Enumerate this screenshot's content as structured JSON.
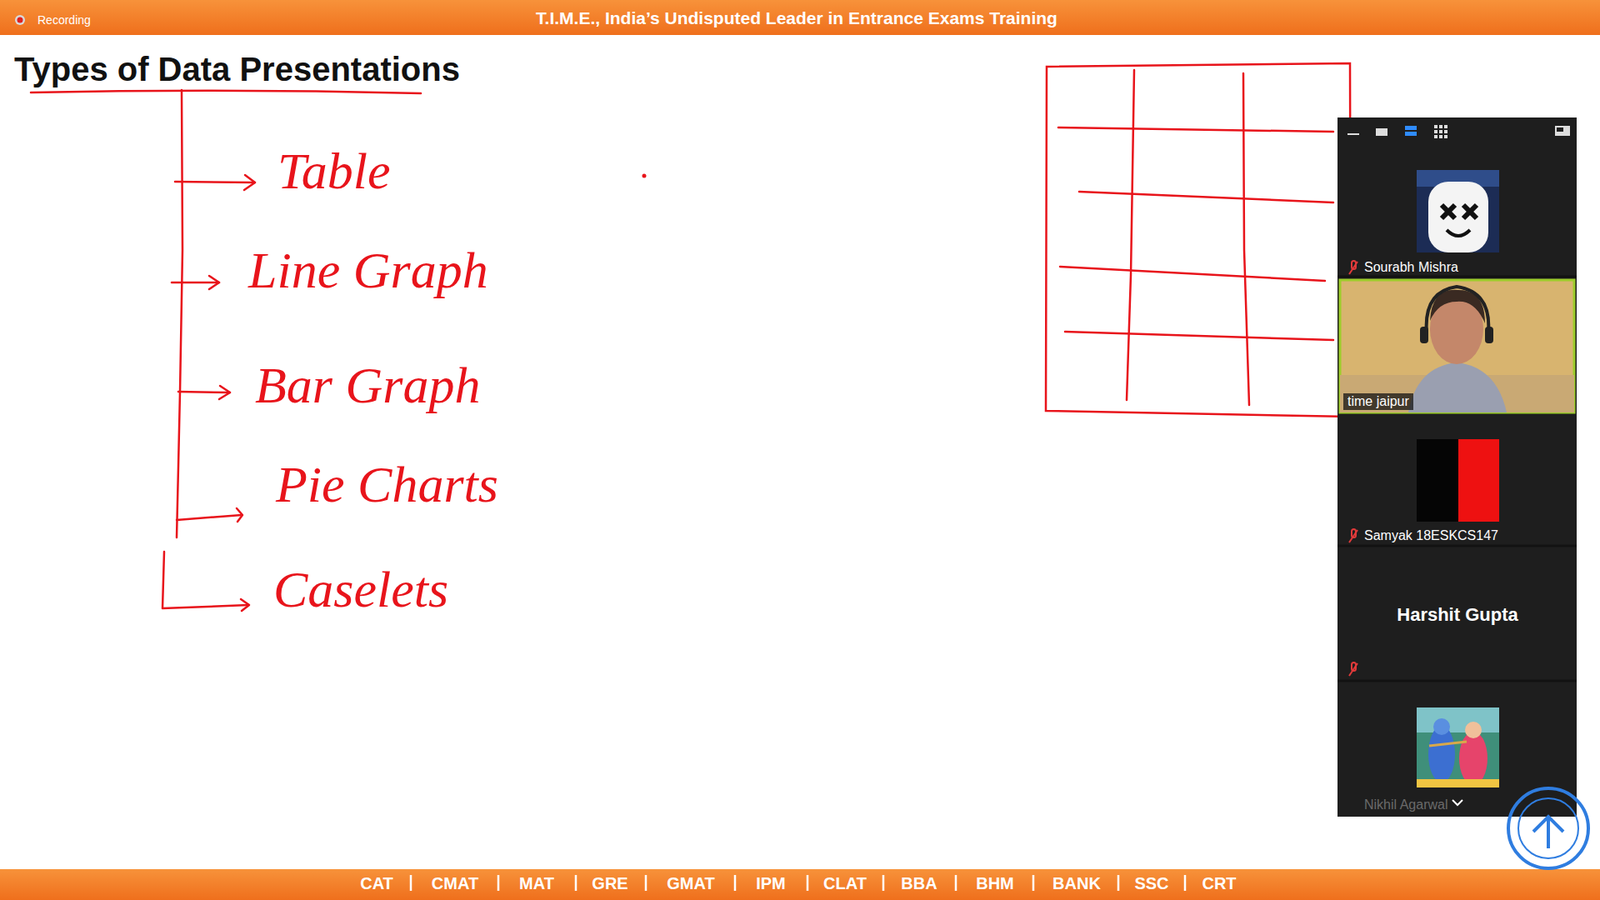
{
  "diagram": {
    "title": "Types of Data Presentations",
    "labels": [
      "Recording",
      "T.I.M.E., India’s Undisputed Leader in Entrance Exams Training",
      "Table",
      "Line Graph",
      "Bar Graph",
      "Pie Charts",
      "Caselets",
      "Sourabh Mishra",
      "time jaipur",
      "Samyak 18ESKCS147",
      "Harshit Gupta",
      "Nikhil Agarwal",
      "CAT",
      "CMAT",
      "MAT",
      "GRE",
      "GMAT",
      "IPM",
      "CLAT",
      "BBA",
      "BHM",
      "BANK",
      "SSC",
      "CRT"
    ]
  }
}
